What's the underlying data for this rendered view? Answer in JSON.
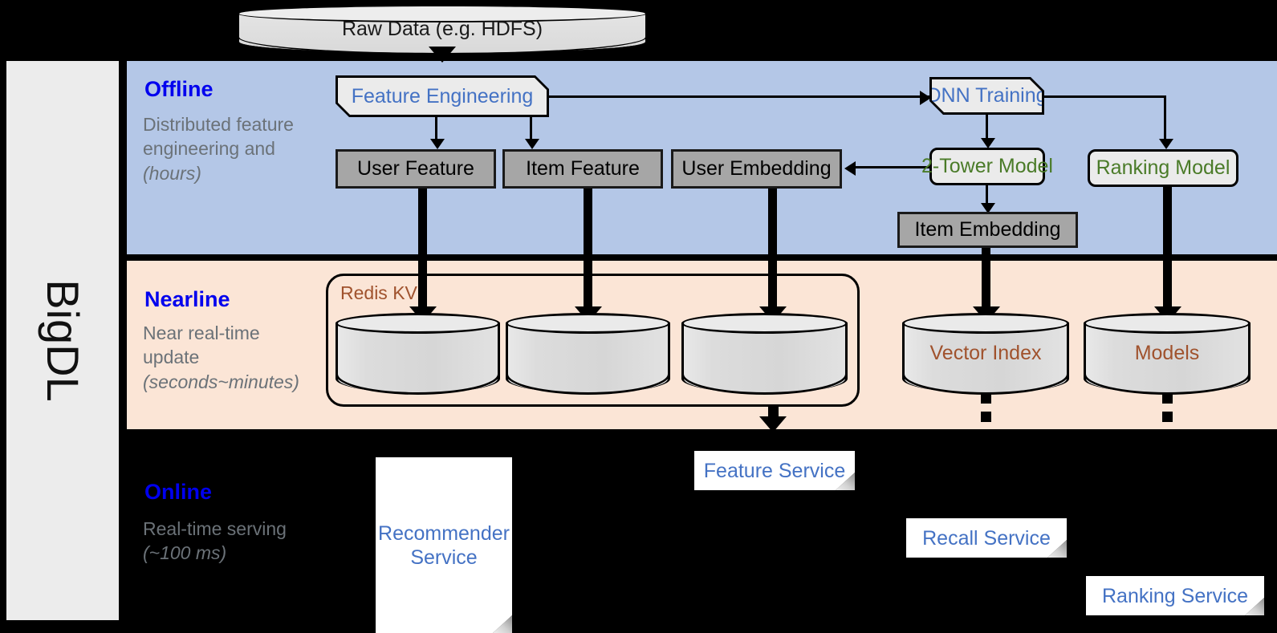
{
  "sidebar": {
    "label": "BigDL"
  },
  "source": {
    "raw_data": "Raw Data (e.g. HDFS)"
  },
  "bands": {
    "offline": {
      "title": "Offline",
      "subtitle": "Distributed feature engineering and ",
      "subtitle_em": "(hours)",
      "bg": "#b4c7e7"
    },
    "nearline": {
      "title": "Nearline",
      "subtitle": "Near real-time update ",
      "subtitle_em": "(seconds~minutes)",
      "bg": "#fbe5d6"
    },
    "online": {
      "title": "Online",
      "subtitle": "Real-time serving ",
      "subtitle_em": "(~100 ms)",
      "bg": "#000000"
    }
  },
  "offline_nodes": {
    "feature_engineering": "Feature Engineering",
    "dnn_training": "DNN Training",
    "user_feature": "User Feature",
    "item_feature": "Item Feature",
    "user_embedding": "User Embedding",
    "two_tower_model": "2-Tower Model",
    "ranking_model": "Ranking Model",
    "item_embedding": "Item Embedding"
  },
  "nearline_nodes": {
    "redis_kv": "Redis KV",
    "store_1": "",
    "store_2": "",
    "store_3": "",
    "vector_index": "Vector Index",
    "models": "Models"
  },
  "online_nodes": {
    "recommender_service": "Recommender Service",
    "feature_service": "Feature Service",
    "recall_service": "Recall Service",
    "ranking_service": "Ranking Service"
  },
  "colors": {
    "band_title": "#0000ee",
    "process_text": "#4472c4",
    "model_text": "#4a7b28",
    "store_text": "#a0522d",
    "service_text": "#4472c4",
    "data_box_fill": "#a6a6a6",
    "offline_fill": "#b4c7e7",
    "nearline_fill": "#fbe5d6"
  }
}
